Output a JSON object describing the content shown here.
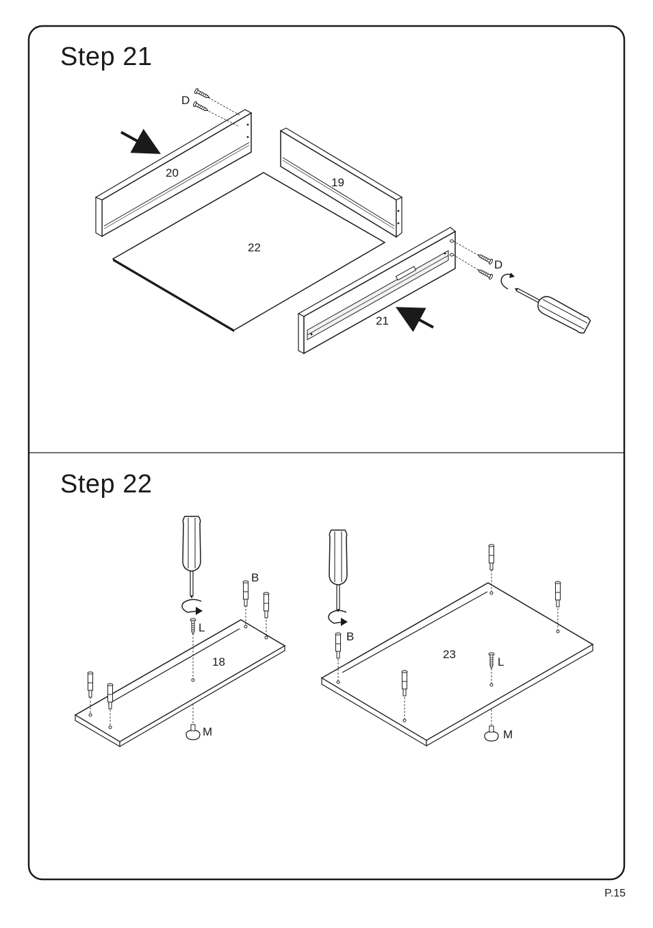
{
  "page": {
    "number": "P.15"
  },
  "step21": {
    "title": "Step  21",
    "parts": {
      "p20": "20",
      "p19": "19",
      "p22": "22",
      "p21": "21"
    },
    "hardware": {
      "d_top": "D",
      "d_right": "D"
    }
  },
  "step22": {
    "title": "Step  22",
    "parts": {
      "p18": "18",
      "p23": "23"
    },
    "hardware": {
      "b_left": "B",
      "l_left": "L",
      "m_left": "M",
      "b_right": "B",
      "l_right": "L",
      "m_right": "M"
    }
  },
  "colors": {
    "line": "#1a1a1a",
    "paper": "#ffffff",
    "panel_shade": "#e6e6e6"
  }
}
